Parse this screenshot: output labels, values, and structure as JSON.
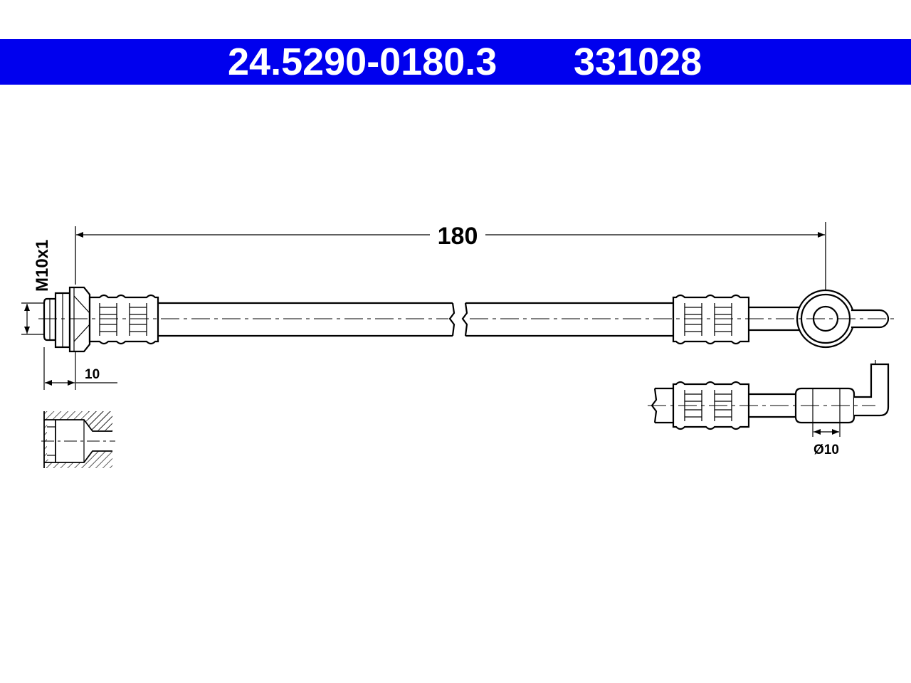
{
  "header": {
    "part_number": "24.5290-0180.3",
    "ref_number": "331028"
  },
  "dimensions": {
    "length": "180",
    "thread": "M10x1",
    "thread_depth": "10",
    "diameter": "Ø10"
  },
  "colors": {
    "header_bg": "#0000ee",
    "header_text": "#ffffff",
    "line": "#000000"
  }
}
